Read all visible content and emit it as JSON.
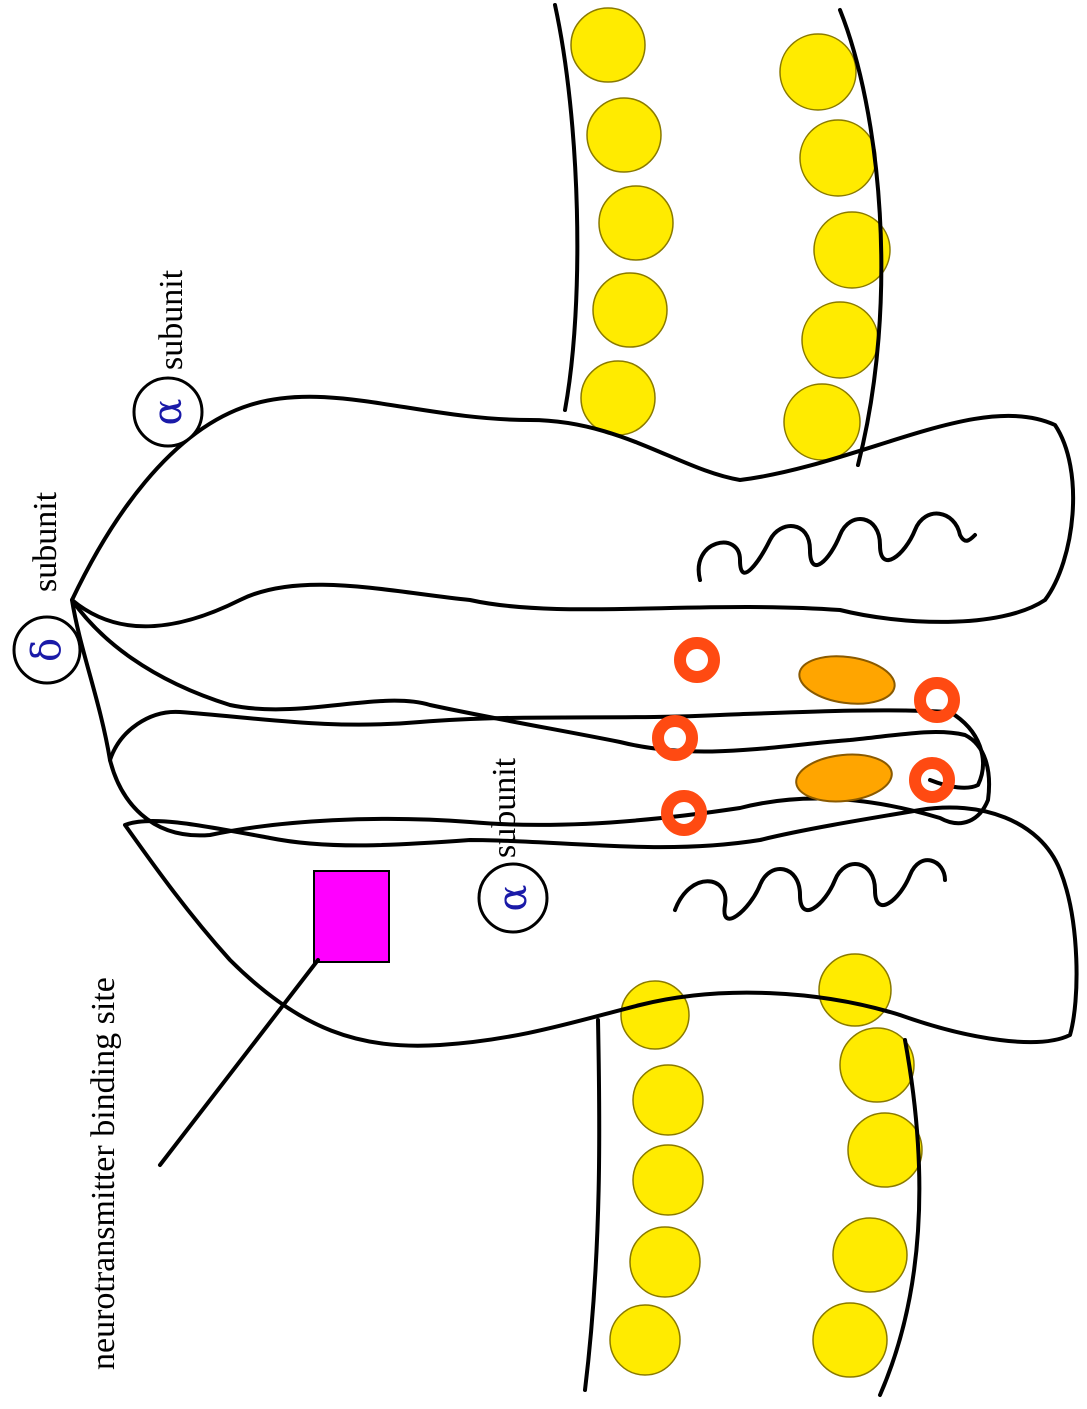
{
  "labels": {
    "binding_site": "neurotransmitter binding site",
    "subunit_left": "subunit",
    "subunit_top": "subunit",
    "subunit_right": "subunit"
  },
  "symbols": {
    "alpha": "α",
    "delta": "δ"
  },
  "colors": {
    "bilayer_bead": "#ffeb00",
    "binding_site": "#ff00ff",
    "ion_ring": "#ff4a12",
    "ion_ellipse": "#ffa500"
  }
}
